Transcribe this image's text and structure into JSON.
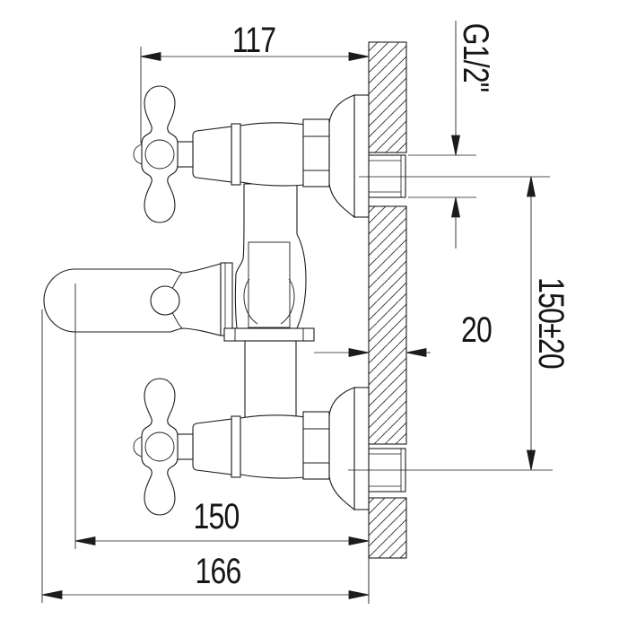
{
  "drawing": {
    "type": "technical-drawing",
    "subject": "Wall-mounted bath mixer faucet installation drawing",
    "units": "mm",
    "line_color": "#1c1c1c",
    "background_color": "#ffffff",
    "dimensions": {
      "handle_to_wall_width": "117",
      "pipe_thread": "G1/2\"",
      "wall_thickness": "20",
      "pipe_centers_vertical": "150±20",
      "spout_reach": "150",
      "overall_depth": "166"
    }
  }
}
